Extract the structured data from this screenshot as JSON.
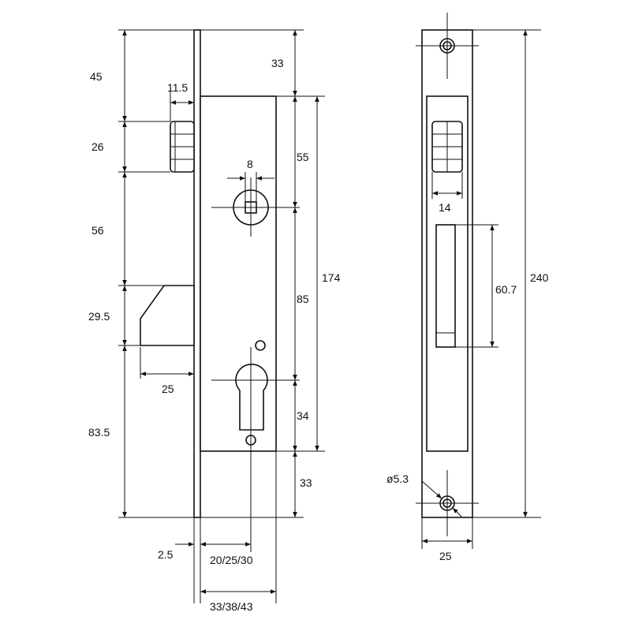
{
  "side_view": {
    "left_dimensions": [
      "45",
      "26",
      "56",
      "29.5",
      "83.5"
    ],
    "latch_dimensions": {
      "width": "11.5",
      "bolt_projection": "25"
    },
    "faceplate_thickness": "2.5",
    "spindle_square": "8",
    "right_dimensions": [
      "33",
      "55",
      "85",
      "34",
      "33"
    ],
    "case_height": "174",
    "backset_options": "20/25/30",
    "case_depth_options": "33/38/43"
  },
  "front_view": {
    "latch_width": "14",
    "bolt_slot_height": "60.7",
    "overall_height": "240",
    "screw_hole_diameter": "ø5.3",
    "faceplate_width": "25"
  }
}
